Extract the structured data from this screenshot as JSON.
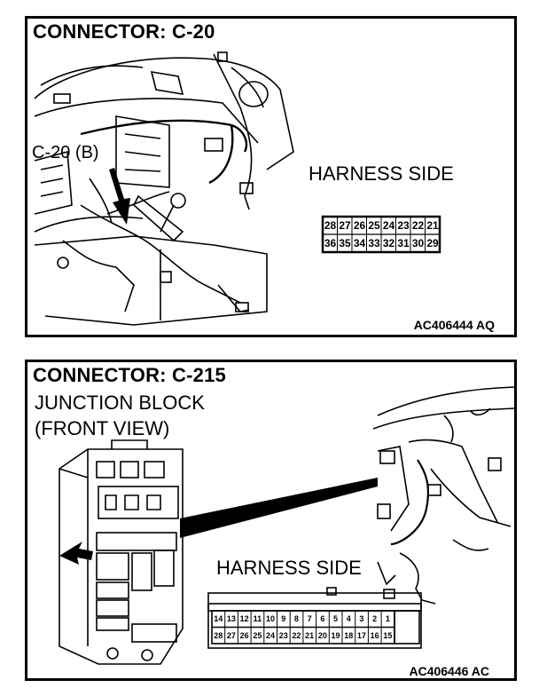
{
  "panel1": {
    "title": "CONNECTOR: C-20",
    "callout": "C-20 (B)",
    "harness_label": "HARNESS SIDE",
    "code": "AC406444 AQ",
    "pins_top": [
      "28",
      "27",
      "26",
      "25",
      "24",
      "23",
      "22",
      "21"
    ],
    "pins_bottom": [
      "36",
      "35",
      "34",
      "33",
      "32",
      "31",
      "30",
      "29"
    ]
  },
  "panel2": {
    "title": "CONNECTOR: C-215",
    "subtitle1": "JUNCTION BLOCK",
    "subtitle2": "(FRONT VIEW)",
    "harness_label": "HARNESS SIDE",
    "code": "AC406446 AC",
    "pins_top": [
      "14",
      "13",
      "12",
      "11",
      "10",
      "9",
      "8",
      "7",
      "6",
      "5",
      "4",
      "3",
      "2",
      "1"
    ],
    "pins_bottom": [
      "28",
      "27",
      "26",
      "25",
      "24",
      "23",
      "22",
      "21",
      "20",
      "19",
      "18",
      "17",
      "16",
      "15"
    ]
  }
}
